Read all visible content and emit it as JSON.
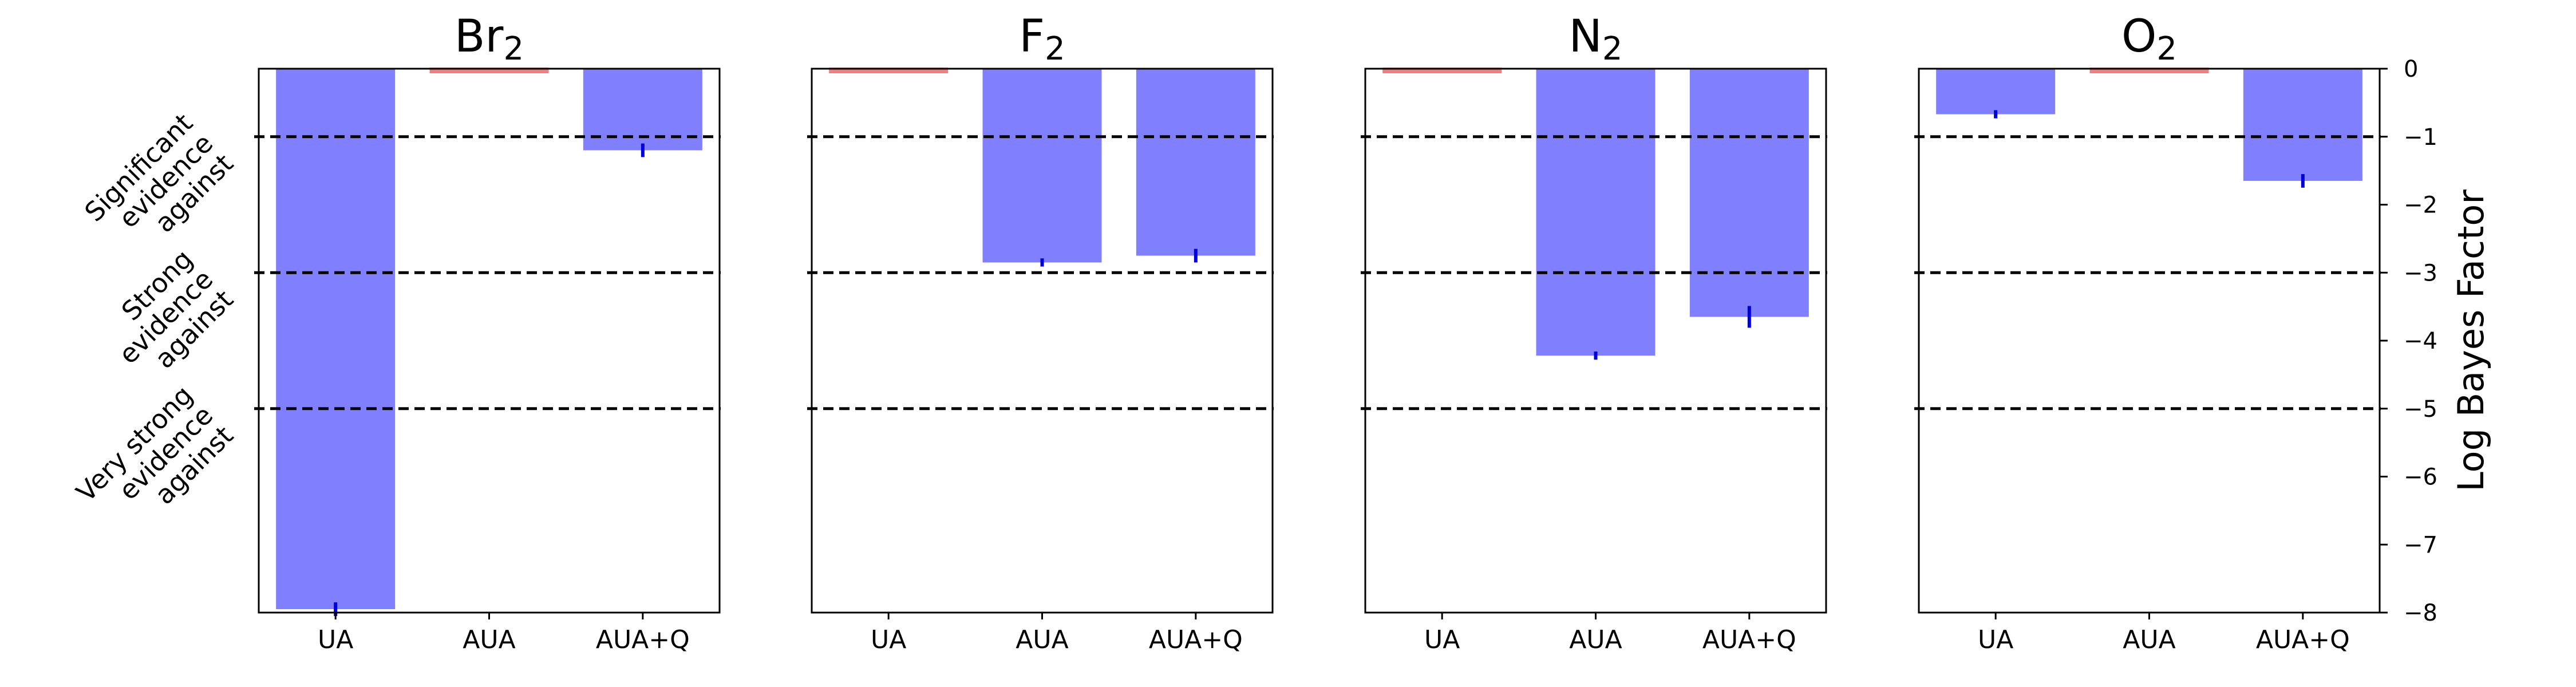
{
  "chart_data": {
    "type": "bar",
    "categories": [
      "UA",
      "AUA",
      "AUA+Q"
    ],
    "ylim": [
      -8,
      0
    ],
    "yticks": [
      0,
      -1,
      -2,
      -3,
      -4,
      -5,
      -6,
      -7,
      -8
    ],
    "ylabel": "Log Bayes Factor",
    "reference_lines": [
      -1,
      -3,
      -5
    ],
    "evidence_labels": [
      {
        "lines": [
          "Significant",
          "evidence",
          "against"
        ],
        "center_y": -1.0
      },
      {
        "lines": [
          "Strong",
          "evidence",
          "against"
        ],
        "center_y": -3.0
      },
      {
        "lines": [
          "Very strong",
          "evidence",
          "against"
        ],
        "center_y": -5.0
      }
    ],
    "colors": {
      "bar": "#8080ff",
      "reference_bar": "#f08080",
      "error": "#0000dd",
      "line": "#000000"
    },
    "panels": [
      {
        "title_base": "Br",
        "title_sub": "2",
        "values": [
          -7.95,
          0,
          -1.2
        ],
        "errors": [
          0.1,
          0,
          0.1
        ],
        "reference_index": 1
      },
      {
        "title_base": "F",
        "title_sub": "2",
        "values": [
          0,
          -2.85,
          -2.75
        ],
        "errors": [
          0,
          0.06,
          0.1
        ],
        "reference_index": 0
      },
      {
        "title_base": "N",
        "title_sub": "2",
        "values": [
          0,
          -4.22,
          -3.65
        ],
        "errors": [
          0,
          0.06,
          0.16
        ],
        "reference_index": 0
      },
      {
        "title_base": "O",
        "title_sub": "2",
        "values": [
          -0.67,
          0,
          -1.65
        ],
        "errors": [
          0.06,
          0,
          0.1
        ],
        "reference_index": 1
      }
    ]
  }
}
